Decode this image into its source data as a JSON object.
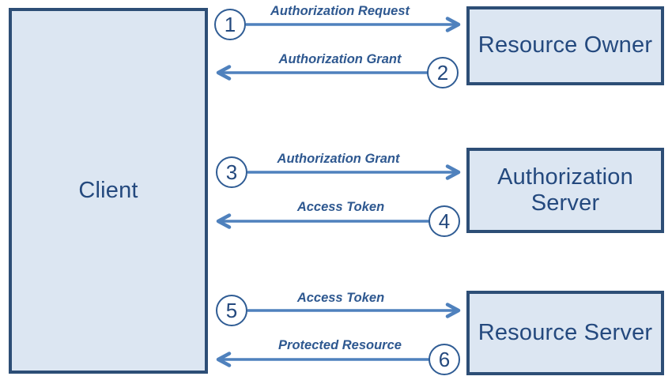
{
  "entities": {
    "client": {
      "label": "Client"
    },
    "resource_owner": {
      "label": "Resource Owner"
    },
    "authorization_server": {
      "label": "Authorization Server"
    },
    "resource_server": {
      "label": "Resource Server"
    }
  },
  "flows": [
    {
      "step": "1",
      "label": "Authorization Request",
      "from": "Client",
      "to": "Resource Owner",
      "direction": "right"
    },
    {
      "step": "2",
      "label": "Authorization Grant",
      "from": "Resource Owner",
      "to": "Client",
      "direction": "left"
    },
    {
      "step": "3",
      "label": "Authorization Grant",
      "from": "Client",
      "to": "Authorization Server",
      "direction": "right"
    },
    {
      "step": "4",
      "label": "Access Token",
      "from": "Authorization Server",
      "to": "Client",
      "direction": "left"
    },
    {
      "step": "5",
      "label": "Access Token",
      "from": "Client",
      "to": "Resource Server",
      "direction": "right"
    },
    {
      "step": "6",
      "label": "Protected Resource",
      "from": "Resource Server",
      "to": "Client",
      "direction": "left"
    }
  ],
  "colors": {
    "background": "#FFFFFF",
    "box_fill": "#DCE6F2",
    "box_border": "#2D4E76",
    "arrow": "#4F81BD",
    "title_text": "#24497E",
    "flow_label_text": "#2E5890"
  }
}
